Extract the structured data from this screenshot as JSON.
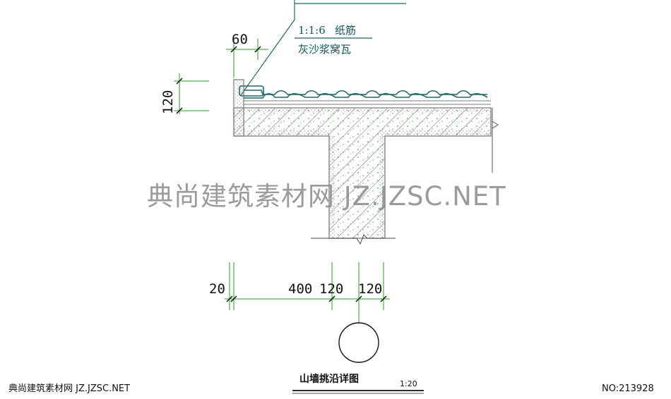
{
  "dimensions": {
    "top_width": "60",
    "tile_height": "120",
    "bottom": [
      "20",
      "400",
      "120",
      "120"
    ]
  },
  "notes": {
    "line1": "1:1:6",
    "line1_material": "纸筋",
    "line2": "灰沙浆窝瓦"
  },
  "title": "山墙挑沿详图",
  "scale": "1:20",
  "watermark": "典尚建筑素材网 JZ.JZSC.NET",
  "footer_left": "典尚建筑素材网 JZ.JZSC.NET",
  "footer_right": "NO:213928",
  "colors": {
    "outline": "#7a7a7a",
    "hatch": "#444444",
    "green": "#1aa61a",
    "teal": "#1a6a6a"
  }
}
